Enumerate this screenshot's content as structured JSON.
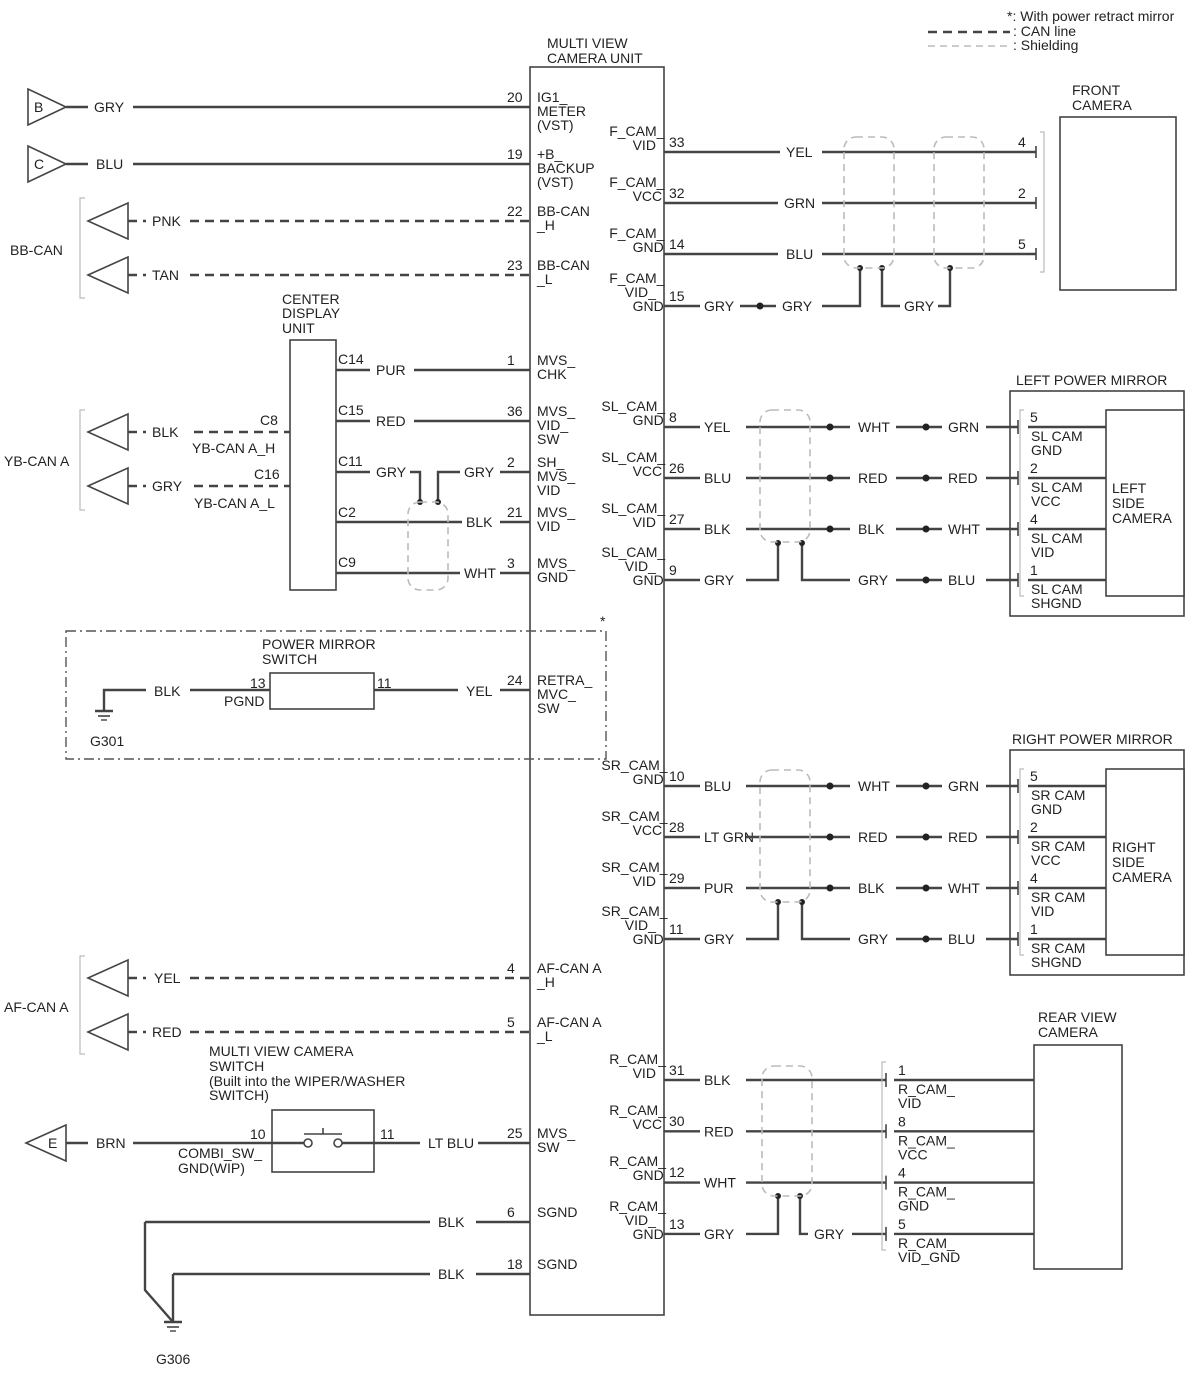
{
  "legend": {
    "star_note": "*: With power retract mirror",
    "can_line": ": CAN line",
    "shielding": ": Shielding"
  },
  "unit": {
    "title1": "MULTI VIEW",
    "title2": "CAMERA UNIT",
    "star": "*",
    "left_pins": [
      {
        "n": "20",
        "l": [
          "IG1_",
          "METER",
          "(VST)"
        ]
      },
      {
        "n": "19",
        "l": [
          "+B_",
          "BACKUP",
          "(VST)"
        ]
      },
      {
        "n": "22",
        "l": [
          "BB-CAN",
          "_H"
        ]
      },
      {
        "n": "23",
        "l": [
          "BB-CAN",
          "_L"
        ]
      },
      {
        "n": "1",
        "l": [
          "MVS_",
          "CHK"
        ]
      },
      {
        "n": "36",
        "l": [
          "MVS_",
          "VID_",
          "SW"
        ]
      },
      {
        "n": "2",
        "l": [
          "SH_",
          "MVS_",
          "VID"
        ]
      },
      {
        "n": "21",
        "l": [
          "MVS_",
          "VID"
        ]
      },
      {
        "n": "3",
        "l": [
          "MVS_",
          "GND"
        ]
      },
      {
        "n": "24",
        "l": [
          "RETRA_",
          "MVC_",
          "SW"
        ]
      },
      {
        "n": "4",
        "l": [
          "AF-CAN A",
          "_H"
        ]
      },
      {
        "n": "5",
        "l": [
          "AF-CAN A",
          "_L"
        ]
      },
      {
        "n": "25",
        "l": [
          "MVS_",
          "SW"
        ]
      },
      {
        "n": "6",
        "l": [
          "SGND"
        ]
      },
      {
        "n": "18",
        "l": [
          "SGND"
        ]
      }
    ],
    "right_pins": [
      {
        "n": "33",
        "l": [
          "F_CAM_",
          "VID"
        ]
      },
      {
        "n": "32",
        "l": [
          "F_CAM_",
          "VCC"
        ]
      },
      {
        "n": "14",
        "l": [
          "F_CAM_",
          "GND"
        ]
      },
      {
        "n": "15",
        "l": [
          "F_CAM_",
          "VID_",
          "GND"
        ]
      },
      {
        "n": "8",
        "l": [
          "SL_CAM_",
          "GND"
        ]
      },
      {
        "n": "26",
        "l": [
          "SL_CAM_",
          "VCC"
        ]
      },
      {
        "n": "27",
        "l": [
          "SL_CAM_",
          "VID"
        ]
      },
      {
        "n": "9",
        "l": [
          "SL_CAM_",
          "VID_",
          "GND"
        ]
      },
      {
        "n": "10",
        "l": [
          "SR_CAM_",
          "GND"
        ]
      },
      {
        "n": "28",
        "l": [
          "SR_CAM_",
          "VCC"
        ]
      },
      {
        "n": "29",
        "l": [
          "SR_CAM_",
          "VID"
        ]
      },
      {
        "n": "11",
        "l": [
          "SR_CAM_",
          "VID_",
          "GND"
        ]
      },
      {
        "n": "31",
        "l": [
          "R_CAM_",
          "VID"
        ]
      },
      {
        "n": "30",
        "l": [
          "R_CAM_",
          "VCC"
        ]
      },
      {
        "n": "12",
        "l": [
          "R_CAM_",
          "GND"
        ]
      },
      {
        "n": "13",
        "l": [
          "R_CAM_",
          "VID_",
          "GND"
        ]
      }
    ]
  },
  "power_inputs": [
    {
      "connector": "B",
      "color": "GRY"
    },
    {
      "connector": "C",
      "color": "BLU"
    }
  ],
  "bb_can": {
    "label": "BB-CAN",
    "wires": [
      "PNK",
      "TAN"
    ]
  },
  "center_display": {
    "title": [
      "CENTER",
      "DISPLAY",
      "UNIT"
    ],
    "pins": [
      "C14",
      "C15",
      "C11",
      "C2",
      "C9",
      "C8",
      "C16"
    ],
    "wires": [
      "PUR",
      "RED",
      "GRY",
      "GRY",
      "BLK",
      "WHT"
    ],
    "can_names": [
      "YB-CAN A_H",
      "YB-CAN A_L"
    ]
  },
  "yb_can": {
    "label": "YB-CAN A",
    "wires": [
      "BLK",
      "GRY"
    ]
  },
  "power_mirror_switch": {
    "title": [
      "POWER MIRROR",
      "SWITCH"
    ],
    "pin_left": "13",
    "pin_left_name": "PGND",
    "pin_right": "11",
    "wire_left": "BLK",
    "wire_right": "YEL",
    "ground": "G301"
  },
  "front_camera": {
    "title": [
      "FRONT",
      "CAMERA"
    ],
    "wires": [
      "YEL",
      "GRN",
      "BLU",
      "GRY",
      "GRY",
      "GRY"
    ],
    "pins": [
      "4",
      "2",
      "5"
    ]
  },
  "left_mirror": {
    "title": "LEFT POWER MIRROR",
    "camera": [
      "LEFT",
      "SIDE",
      "CAMERA"
    ],
    "rows": [
      {
        "a": "YEL",
        "b": "WHT",
        "c": "GRN",
        "pin": "5",
        "name": [
          "SL CAM",
          "GND"
        ]
      },
      {
        "a": "BLU",
        "b": "RED",
        "c": "RED",
        "pin": "2",
        "name": [
          "SL CAM",
          "VCC"
        ]
      },
      {
        "a": "BLK",
        "b": "BLK",
        "c": "WHT",
        "pin": "4",
        "name": [
          "SL CAM",
          "VID"
        ]
      },
      {
        "a": "GRY",
        "b": "GRY",
        "c": "BLU",
        "pin": "1",
        "name": [
          "SL CAM",
          "SHGND"
        ]
      }
    ]
  },
  "right_mirror": {
    "title": "RIGHT POWER MIRROR",
    "camera": [
      "RIGHT",
      "SIDE",
      "CAMERA"
    ],
    "rows": [
      {
        "a": "BLU",
        "b": "WHT",
        "c": "GRN",
        "pin": "5",
        "name": [
          "SR CAM",
          "GND"
        ]
      },
      {
        "a": "LT GRN",
        "b": "RED",
        "c": "RED",
        "pin": "2",
        "name": [
          "SR CAM",
          "VCC"
        ]
      },
      {
        "a": "PUR",
        "b": "BLK",
        "c": "WHT",
        "pin": "4",
        "name": [
          "SR CAM",
          "VID"
        ]
      },
      {
        "a": "GRY",
        "b": "GRY",
        "c": "BLU",
        "pin": "1",
        "name": [
          "SR CAM",
          "SHGND"
        ]
      }
    ]
  },
  "af_can": {
    "label": "AF-CAN A",
    "wires": [
      "YEL",
      "RED"
    ]
  },
  "mvc_switch": {
    "title": [
      "MULTI VIEW CAMERA",
      "SWITCH",
      "(Built into the WIPER/WASHER",
      "SWITCH)"
    ],
    "connector": "E",
    "wire_left": "BRN",
    "pin_left": "10",
    "pin_left_name": [
      "COMBI_SW_",
      "GND(WIP)"
    ],
    "pin_right": "11",
    "wire_right": "LT BLU"
  },
  "ground": {
    "wires": [
      "BLK",
      "BLK"
    ],
    "label": "G306"
  },
  "rear_camera": {
    "title": [
      "REAR VIEW",
      "CAMERA"
    ],
    "rows": [
      {
        "a": "BLK",
        "pin": "1",
        "name": [
          "R_CAM_",
          "VID"
        ]
      },
      {
        "a": "RED",
        "pin": "8",
        "name": [
          "R_CAM_",
          "VCC"
        ]
      },
      {
        "a": "WHT",
        "pin": "4",
        "name": [
          "R_CAM_",
          "GND"
        ]
      },
      {
        "a": "GRY",
        "b": "GRY",
        "pin": "5",
        "name": [
          "R_CAM_",
          "VID_GND"
        ]
      }
    ]
  }
}
